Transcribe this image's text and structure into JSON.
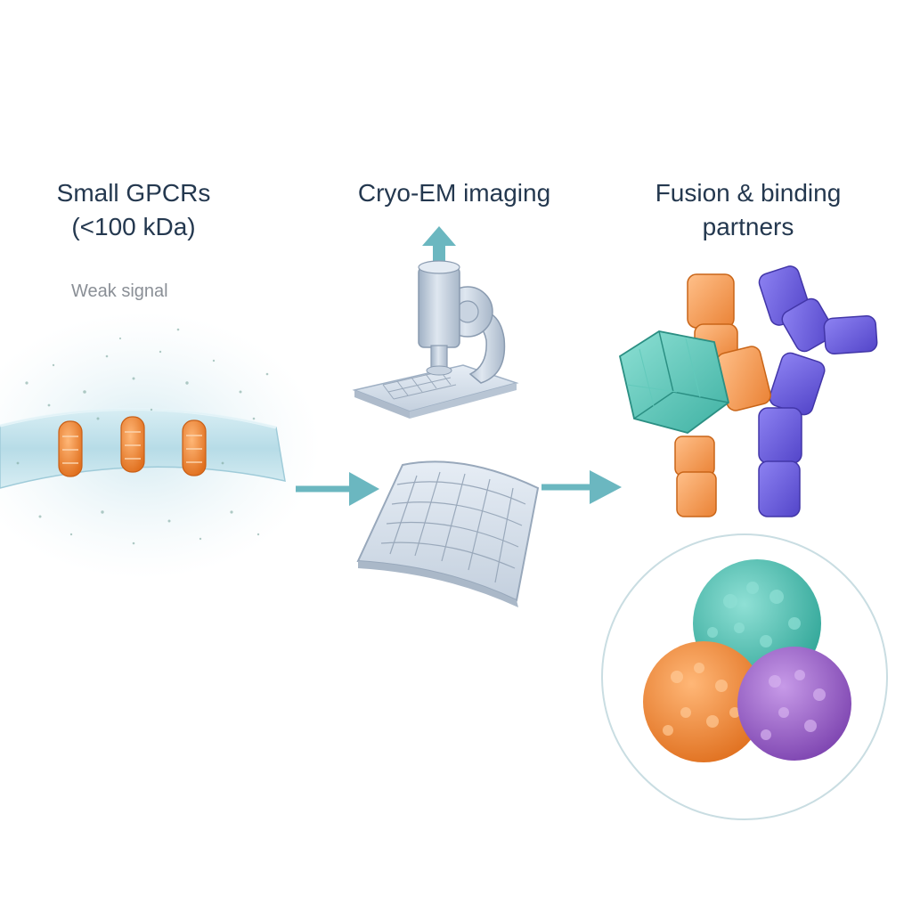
{
  "steps": {
    "left": {
      "title": "Small GPCRs\n(<100 kDa)",
      "note": "Weak signal"
    },
    "middle": {
      "title": "Cryo-EM imaging"
    },
    "right": {
      "title": "Fusion & binding\npartners"
    }
  },
  "icons": {
    "membrane": "membrane-with-gpcrs",
    "microscope": "microscope-icon",
    "grid": "em-grid-icon",
    "complex": "fusion-complex",
    "density": "protein-density-map"
  },
  "colors": {
    "title": "#24384f",
    "arrow": "#6bb7c0",
    "orange": "#f08a3c",
    "teal": "#4dbfb0",
    "purple": "#6a5ad8",
    "violet": "#9b62c9",
    "membrane": "#bfe0ea",
    "steel": "#b9c6d6"
  }
}
